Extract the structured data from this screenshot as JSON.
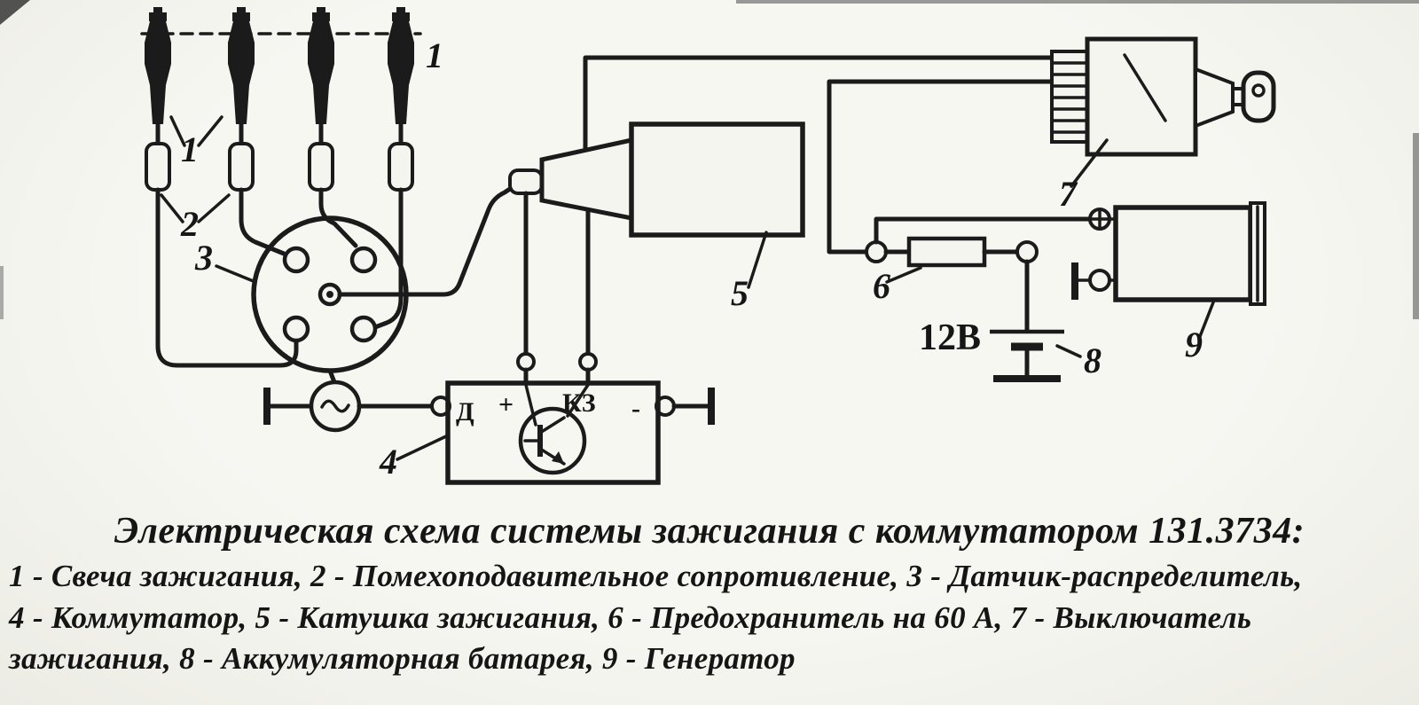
{
  "diagram": {
    "callouts": {
      "c1_top": "1",
      "c1": "1",
      "c2": "2",
      "c3": "3",
      "c4": "4",
      "c5": "5",
      "c6": "6",
      "c7": "7",
      "c8": "8",
      "c9": "9"
    },
    "labels": {
      "battery_voltage": "12В",
      "terminal_d": "Д",
      "terminal_plus": "+",
      "terminal_kz": "КЗ",
      "terminal_minus": "-"
    }
  },
  "caption": {
    "title": "Электрическая схема системы зажигания с коммутатором 131.3734:",
    "legend_lines": [
      "1 - Свеча зажигания, 2 - Помехоподавительное сопротивление, 3 - Датчик-распределитель,",
      "4 - Коммутатор, 5 - Катушка зажигания, 6 - Предохранитель на 60 А, 7 - Выключатель",
      "зажигания, 8 - Аккумуляторная батарея, 9 - Генератор"
    ]
  }
}
